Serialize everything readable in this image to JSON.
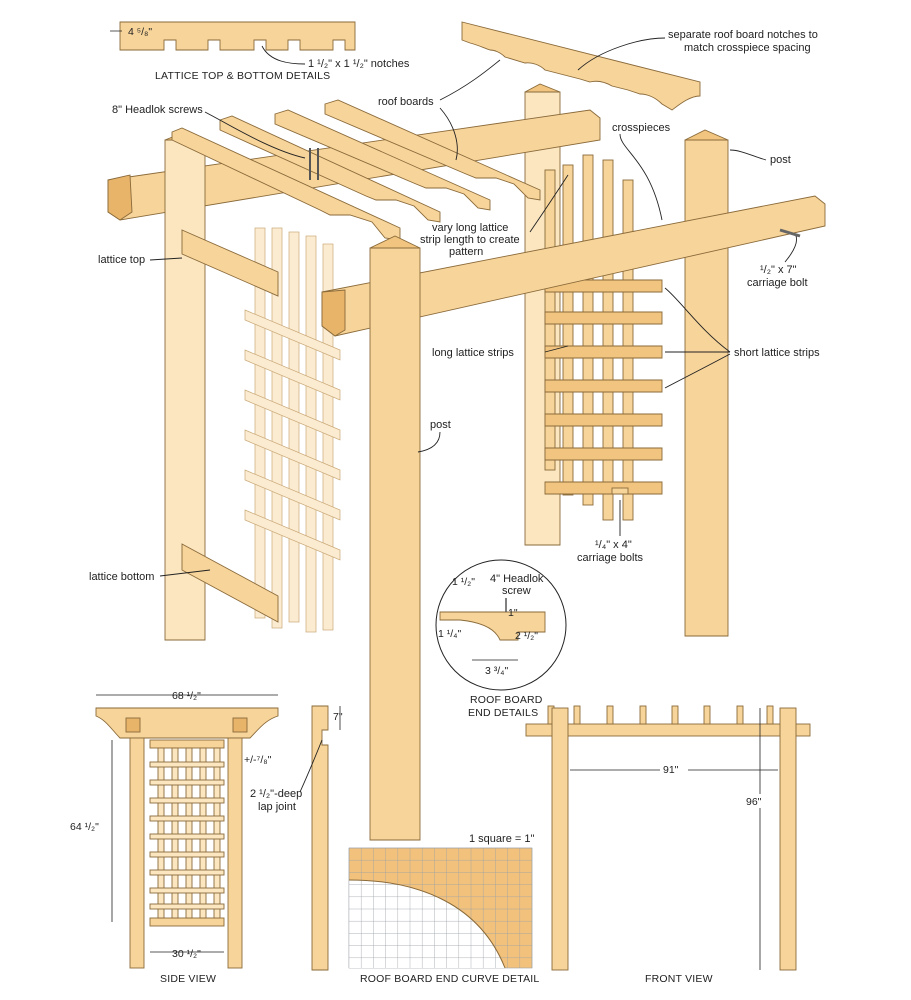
{
  "labels": {
    "lattice_notch_dim": "4 ⁵/₈\"",
    "notches": "1 ¹/₂\" x 1 ¹/₂\" notches",
    "lattice_detail_caption": "LATTICE TOP & BOTTOM DETAILS",
    "separate_roof_1": "separate roof board notches to",
    "separate_roof_2": "match crosspiece spacing",
    "headlok_8": "8\" Headlok screws",
    "roof_boards": "roof boards",
    "crosspieces": "crosspieces",
    "post_right": "post",
    "lattice_top": "lattice top",
    "vary_1": "vary long lattice",
    "vary_2": "strip length to create",
    "vary_3": "pattern",
    "carriage_bolt_7_a": "¹/₂\" x 7\"",
    "carriage_bolt_7_b": "carriage bolt",
    "long_strips": "long lattice strips",
    "short_strips": "short lattice strips",
    "post_center": "post",
    "lattice_bottom": "lattice bottom",
    "carriage_bolts_4_a": "¹/₄\" x 4\"",
    "carriage_bolts_4_b": "carriage bolts",
    "rb_d1": "1 ¹/₂\"",
    "rb_screw_a": "4\" Headlok",
    "rb_screw_b": "screw",
    "rb_d2": "1\"",
    "rb_d3": "1 ¹/₄\"",
    "rb_d4": "2 ¹/₂\"",
    "rb_d5": "3 ³/₄\"",
    "rb_caption_1": "ROOF BOARD",
    "rb_caption_2": "END DETAILS",
    "sv_width": "68 ¹/₂\"",
    "sv_tol": "+/-⁷/₈\"",
    "sv_height": "64 ¹/₂\"",
    "sv_inner": "30 ¹/₂\"",
    "sv_caption": "SIDE VIEW",
    "lap_7": "7\"",
    "lap_1": "2 ¹/₂\"-deep",
    "lap_2": "lap joint",
    "grid_scale": "1 square = 1\"",
    "curve_caption": "ROOF BOARD END CURVE DETAIL",
    "fv_width": "91\"",
    "fv_height": "96\"",
    "fv_caption": "FRONT VIEW"
  },
  "colors": {
    "wood": "#f7d49a",
    "wood_dark": "#e7b46a",
    "grid_fill": "#f2c27c",
    "line": "#222222"
  }
}
